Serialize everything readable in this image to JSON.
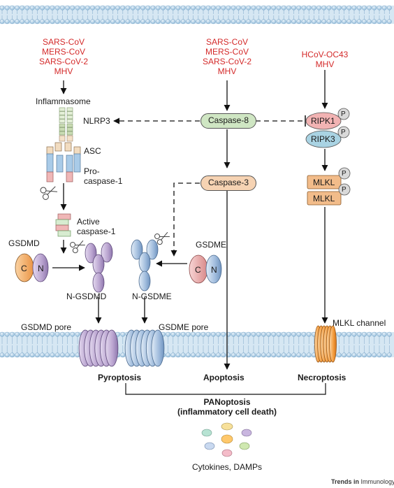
{
  "colors": {
    "virus_text": "#d42a2a",
    "caspase_pill": "#cfe6c3",
    "ripk1": "#f2b3b3",
    "ripk3": "#a9d3e3",
    "mlkl": "#f2bc8a",
    "gsdmd": "#b9a3cf",
    "gsdme": "#9fbbdc",
    "mlkl_channel": "#f39a3a",
    "membrane": "#9dc4e0"
  },
  "viruses": {
    "left": [
      "SARS-CoV",
      "MERS-CoV",
      "SARS-CoV-2",
      "MHV"
    ],
    "middle": [
      "SARS-CoV",
      "MERS-CoV",
      "SARS-CoV-2",
      "MHV"
    ],
    "right": [
      "HCoV-OC43",
      "MHV"
    ]
  },
  "nodes": {
    "inflammasome": "Inflammasome",
    "nlrp3": "NLRP3",
    "asc": "ASC",
    "pro_caspase1_line1": "Pro-",
    "pro_caspase1_line2": "caspase-1",
    "active_caspase1_line1": "Active",
    "active_caspase1_line2": "caspase-1",
    "caspase8": "Caspase-8",
    "caspase3": "Caspase-3",
    "ripk1": "RIPK1",
    "ripk3": "RIPK3",
    "mlkl_top": "MLKL",
    "mlkl_bottom": "MLKL",
    "phospho": "P",
    "gsdmd": "GSDMD",
    "gsdme": "GSDME",
    "domain_c": "C",
    "domain_n": "N",
    "n_gsdmd": "N-GSDMD",
    "n_gsdme": "N-GSDME",
    "gsdmd_pore": "GSDMD pore",
    "gsdme_pore": "GSDME pore",
    "mlkl_channel": "MLKL channel"
  },
  "outcomes": {
    "pyroptosis": "Pyroptosis",
    "apoptosis": "Apoptosis",
    "necroptosis": "Necroptosis",
    "panoptosis_line1": "PANoptosis",
    "panoptosis_line2": "(inflammatory cell death)",
    "cytokines": "Cytokines, DAMPs"
  },
  "footer": {
    "journal_bold": "Trends in",
    "journal_rest": " Immunology"
  }
}
